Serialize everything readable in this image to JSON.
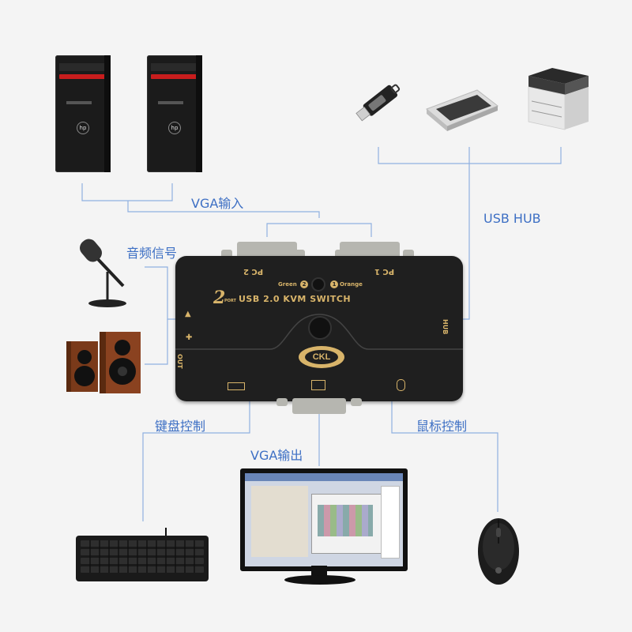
{
  "labels": {
    "vga_in": "VGA输入",
    "usb_hub": "USB HUB",
    "audio_signal": "音频信号",
    "keyboard_control": "键盘控制",
    "mouse_control": "鼠标控制",
    "vga_out": "VGA输出"
  },
  "device": {
    "title": "USB 2.0 KVM SWITCH",
    "brand": "CKL",
    "port_badge": "2",
    "port_word": "PORT",
    "pc1": "PC 1",
    "pc2": "PC 2",
    "green": "Green",
    "orange": "Orange",
    "hub": "HUB",
    "out": "OUT"
  },
  "colors": {
    "label_blue": "#3d6fc4",
    "wire_blue": "#7a9fd8",
    "device_body": "#1f1f1f",
    "accent_gold": "#d8b46a"
  }
}
